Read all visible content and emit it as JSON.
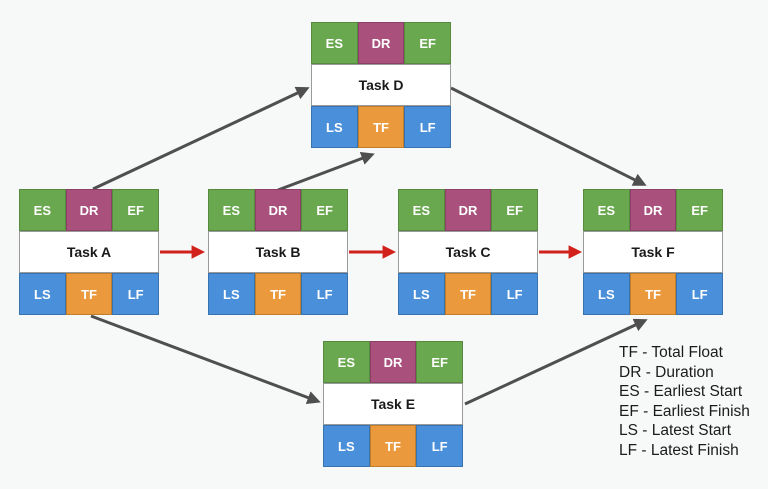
{
  "diagram": {
    "node_cell_labels": {
      "top": [
        "ES",
        "DR",
        "EF"
      ],
      "bottom": [
        "LS",
        "TF",
        "LF"
      ]
    },
    "nodes": [
      {
        "id": "task-d",
        "label": "Task D"
      },
      {
        "id": "task-a",
        "label": "Task A"
      },
      {
        "id": "task-b",
        "label": "Task B"
      },
      {
        "id": "task-c",
        "label": "Task C"
      },
      {
        "id": "task-f",
        "label": "Task F"
      },
      {
        "id": "task-e",
        "label": "Task E"
      }
    ],
    "connections": [
      {
        "from": "Task A",
        "to": "Task D",
        "style": "gray"
      },
      {
        "from": "Task B",
        "to": "Task D",
        "style": "gray"
      },
      {
        "from": "Task D",
        "to": "Task F",
        "style": "gray"
      },
      {
        "from": "Task A",
        "to": "Task E",
        "style": "gray"
      },
      {
        "from": "Task E",
        "to": "Task F",
        "style": "gray"
      },
      {
        "from": "Task A",
        "to": "Task B",
        "style": "red"
      },
      {
        "from": "Task B",
        "to": "Task C",
        "style": "red"
      },
      {
        "from": "Task C",
        "to": "Task F",
        "style": "red"
      }
    ],
    "colors": {
      "early_cells": "#69a84f",
      "duration_cell": "#a9517c",
      "late_cells": "#4a8fd9",
      "total_float_cell": "#ea9a3d",
      "critical_path_arrow": "#d2201a",
      "dependency_arrow": "#4f4f4f",
      "background": "#f7f8f8"
    }
  },
  "legend": {
    "items": [
      "TF - Total Float",
      "DR - Duration",
      "ES - Earliest Start",
      "EF - Earliest Finish",
      "LS - Latest Start",
      "LF - Latest Finish"
    ]
  }
}
